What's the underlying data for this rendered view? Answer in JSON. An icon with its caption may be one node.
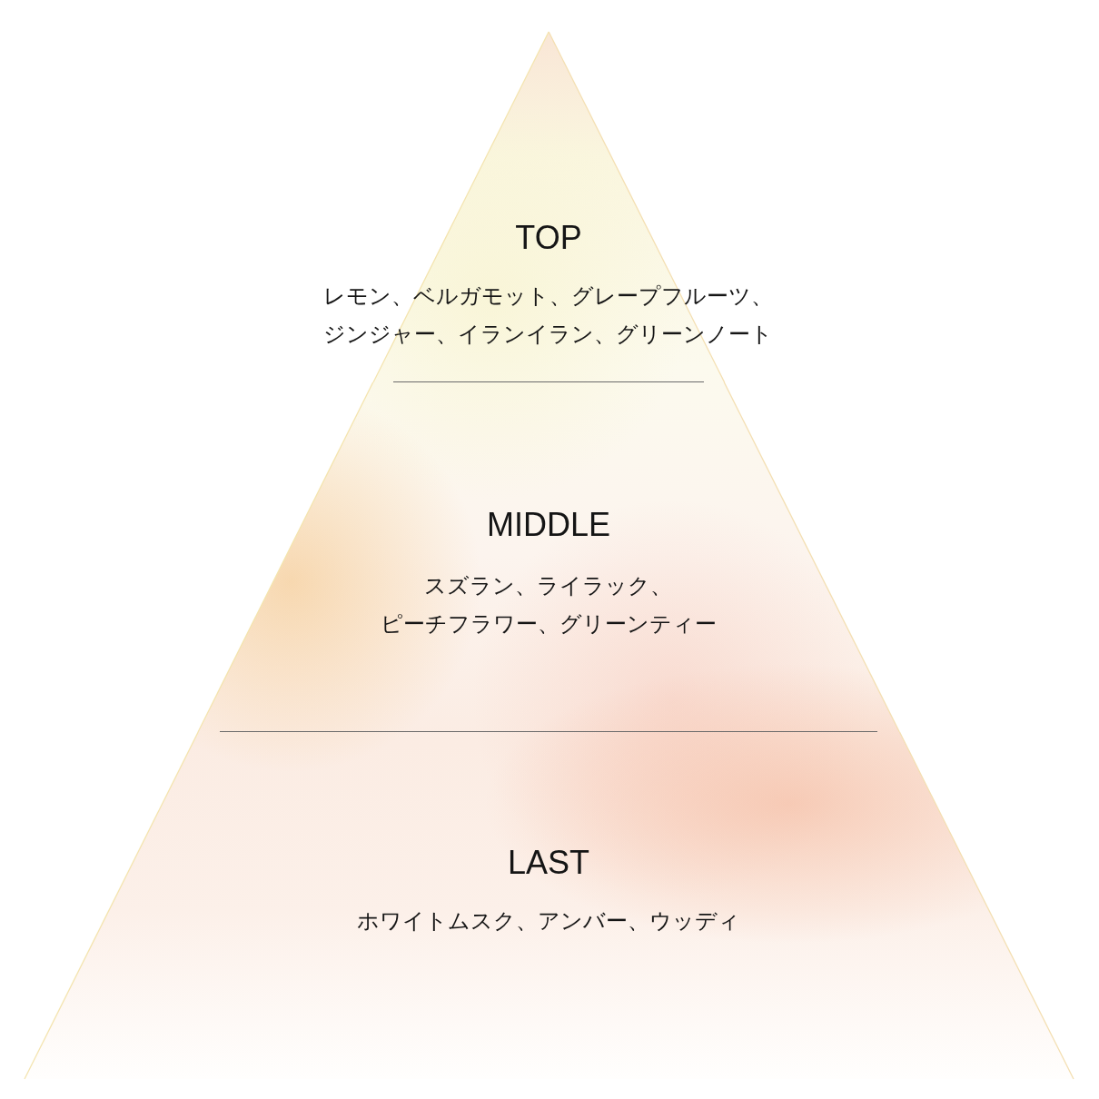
{
  "diagram": {
    "nodes": [
      {
        "text": [
          "TOP",
          "レモン、ベルガモット、グレープフルーツ、ジンジャー、イランイラン、グリーンノート"
        ]
      },
      {
        "text": [
          "MIDDLE",
          "スズラン、ライラック、ピーチフラワー、グリーンティー"
        ]
      },
      {
        "text": [
          "LAST",
          "ホワイトムスク、アンバー、ウッディ"
        ]
      }
    ]
  }
}
